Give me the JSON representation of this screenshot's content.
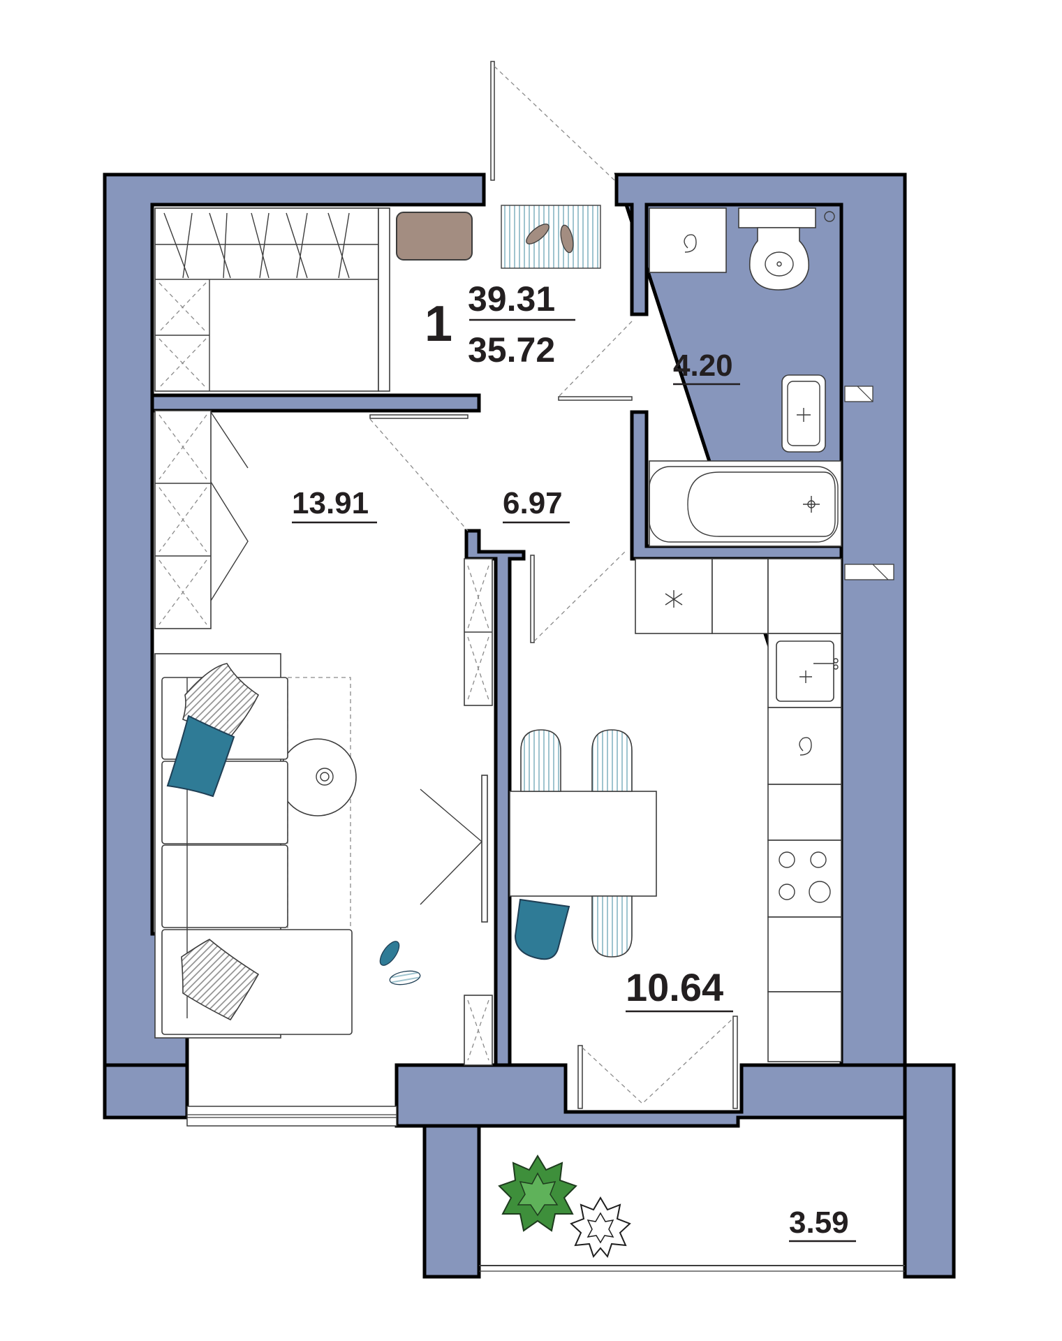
{
  "apartment": {
    "rooms_count": "1",
    "total_area": "39.31",
    "living_area": "35.72"
  },
  "rooms": {
    "living_room": "13.91",
    "hallway": "6.97",
    "bathroom": "4.20",
    "kitchen": "10.64",
    "balcony": "3.59"
  },
  "colors": {
    "wall": "#8796bc",
    "accent_teal": "#2f7b96",
    "pattern_stripe": "#9fc4cf",
    "rug_brown": "#a38d81",
    "plant_green": "#3e8f3b",
    "text": "#231f20"
  }
}
